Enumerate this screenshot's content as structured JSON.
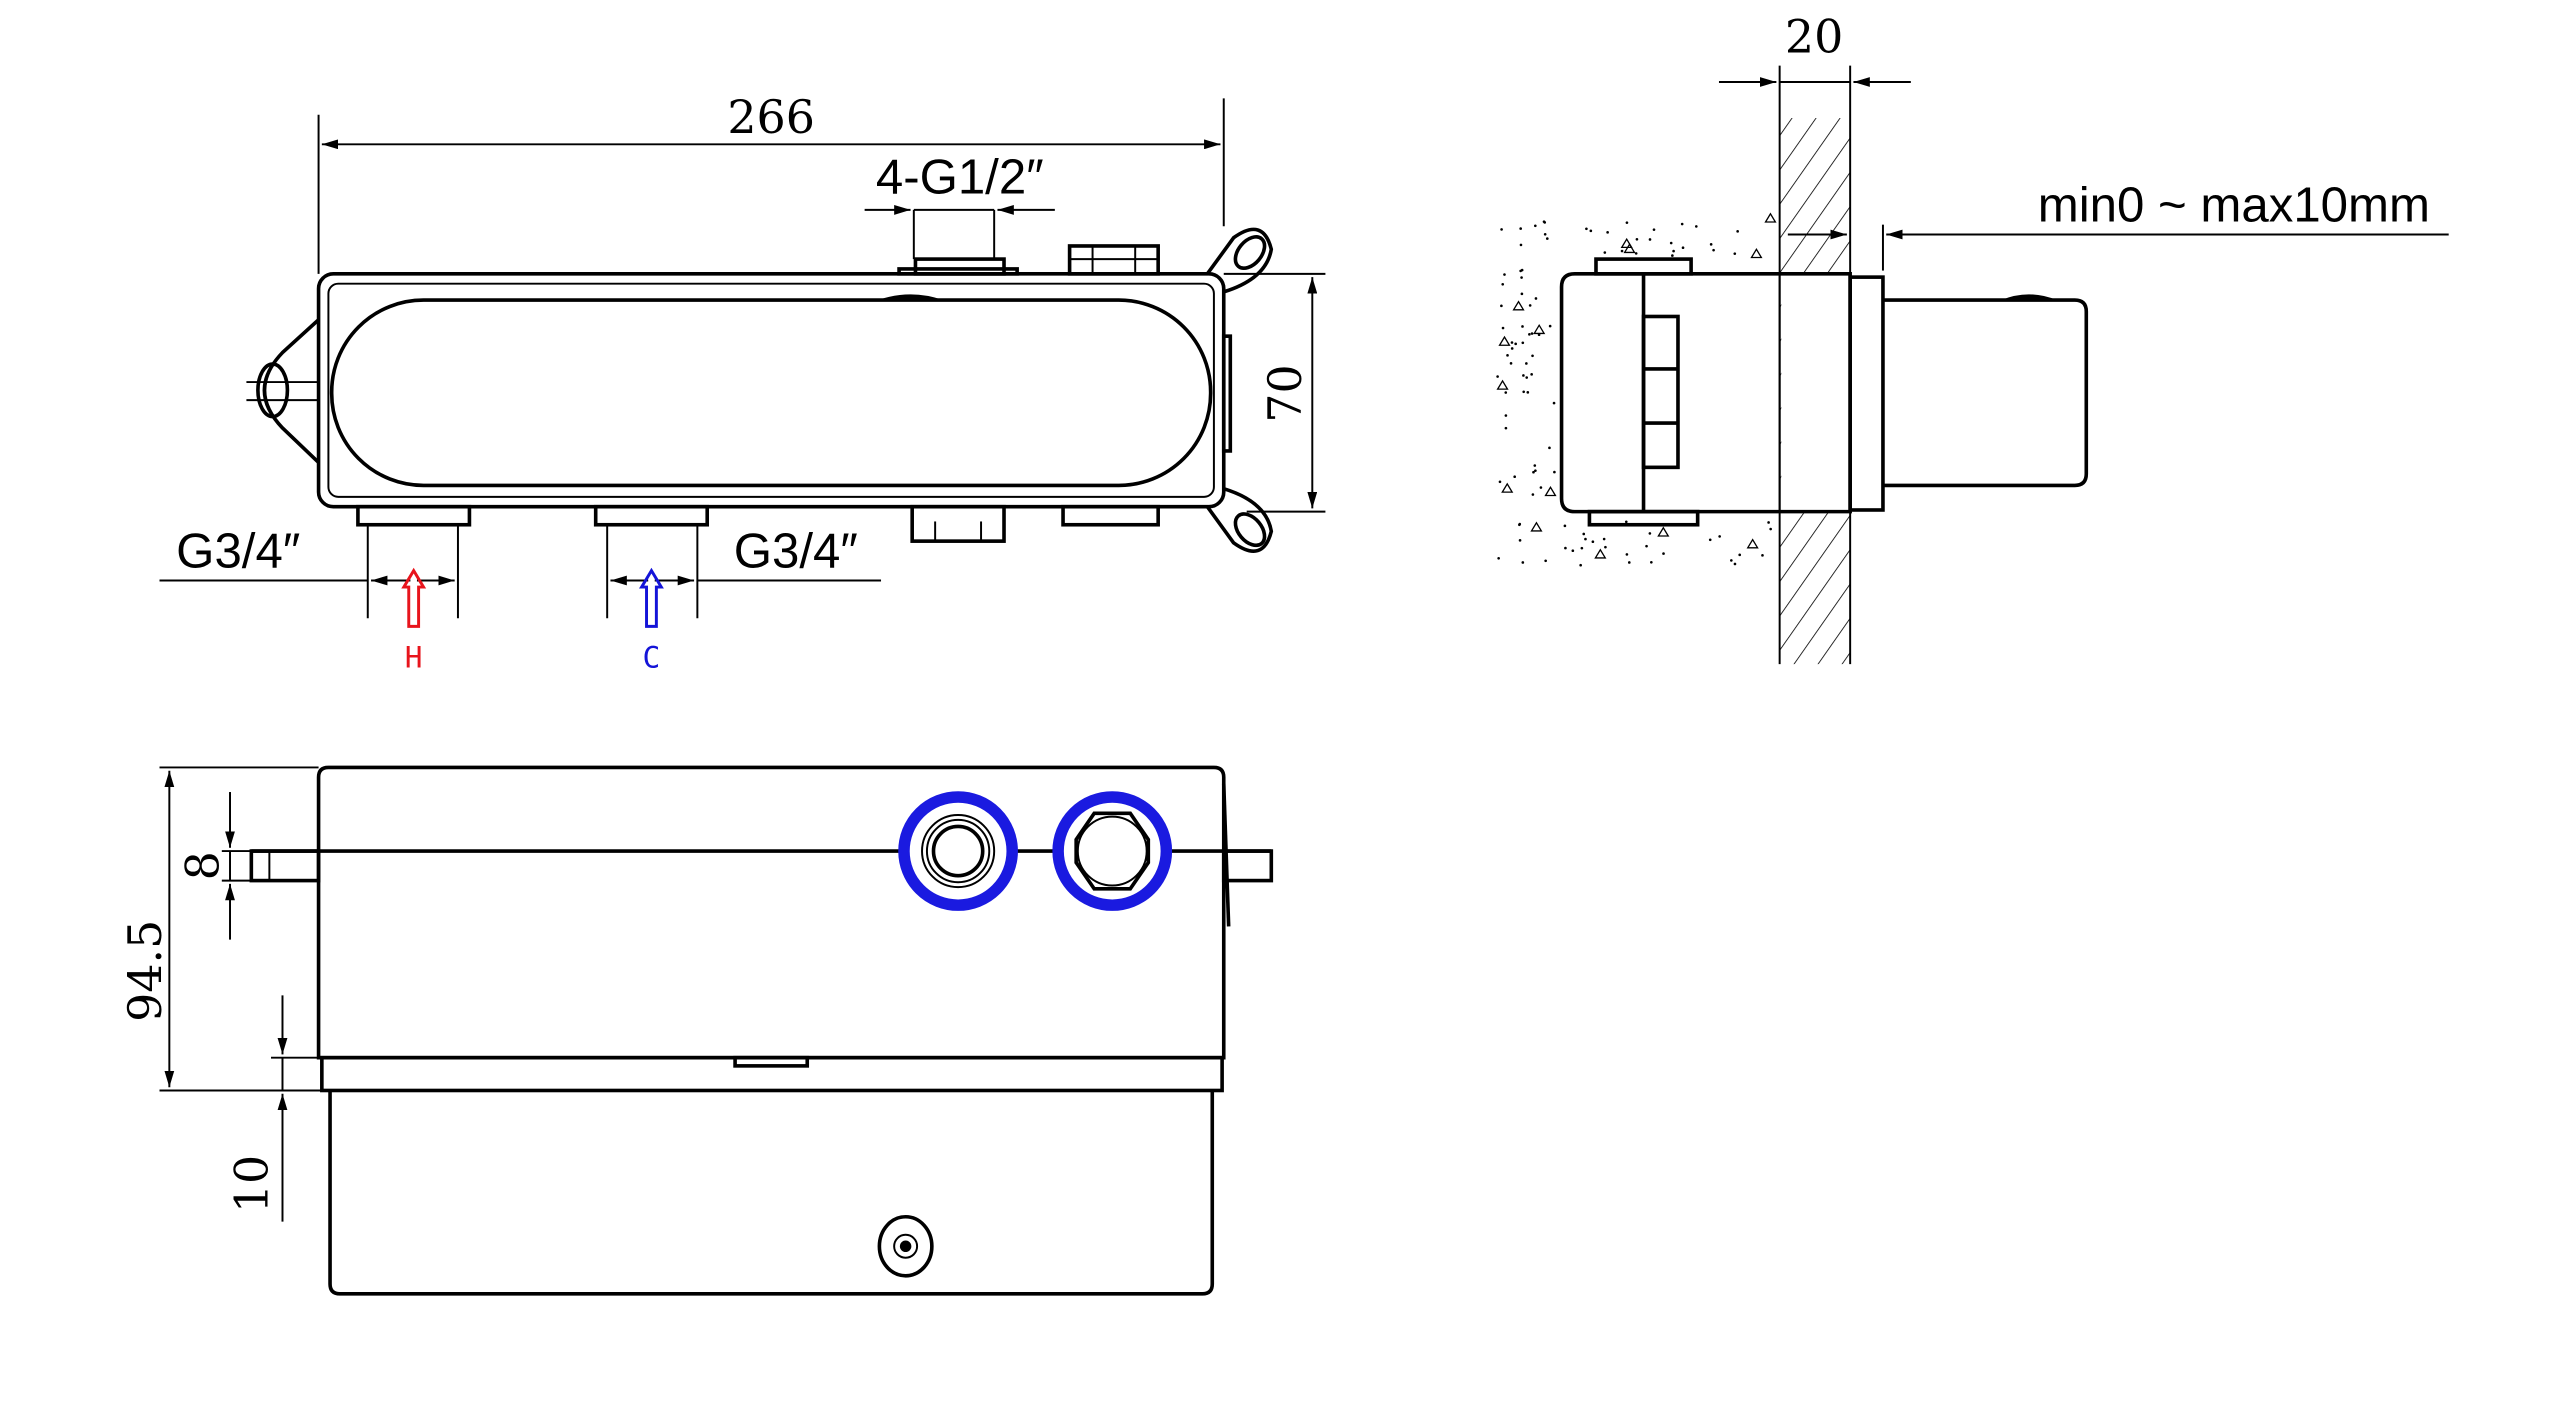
{
  "top_view": {
    "width_dim": "266",
    "height_dim": "70",
    "outlet_thread": "4-G1/2″",
    "inlet_thread_left": "G3/4″",
    "inlet_thread_right": "G3/4″",
    "hot_label": "H",
    "cold_label": "C"
  },
  "side_view": {
    "wall_dim": "20",
    "adjust_range": "min0 ~ max10mm"
  },
  "front_view": {
    "depth_dim": "94.5",
    "pin_dim": "8",
    "cover_dim": "10"
  },
  "colors": {
    "hot": "#e8141c",
    "cold": "#1414d8",
    "ring": "#1a1ae0"
  }
}
